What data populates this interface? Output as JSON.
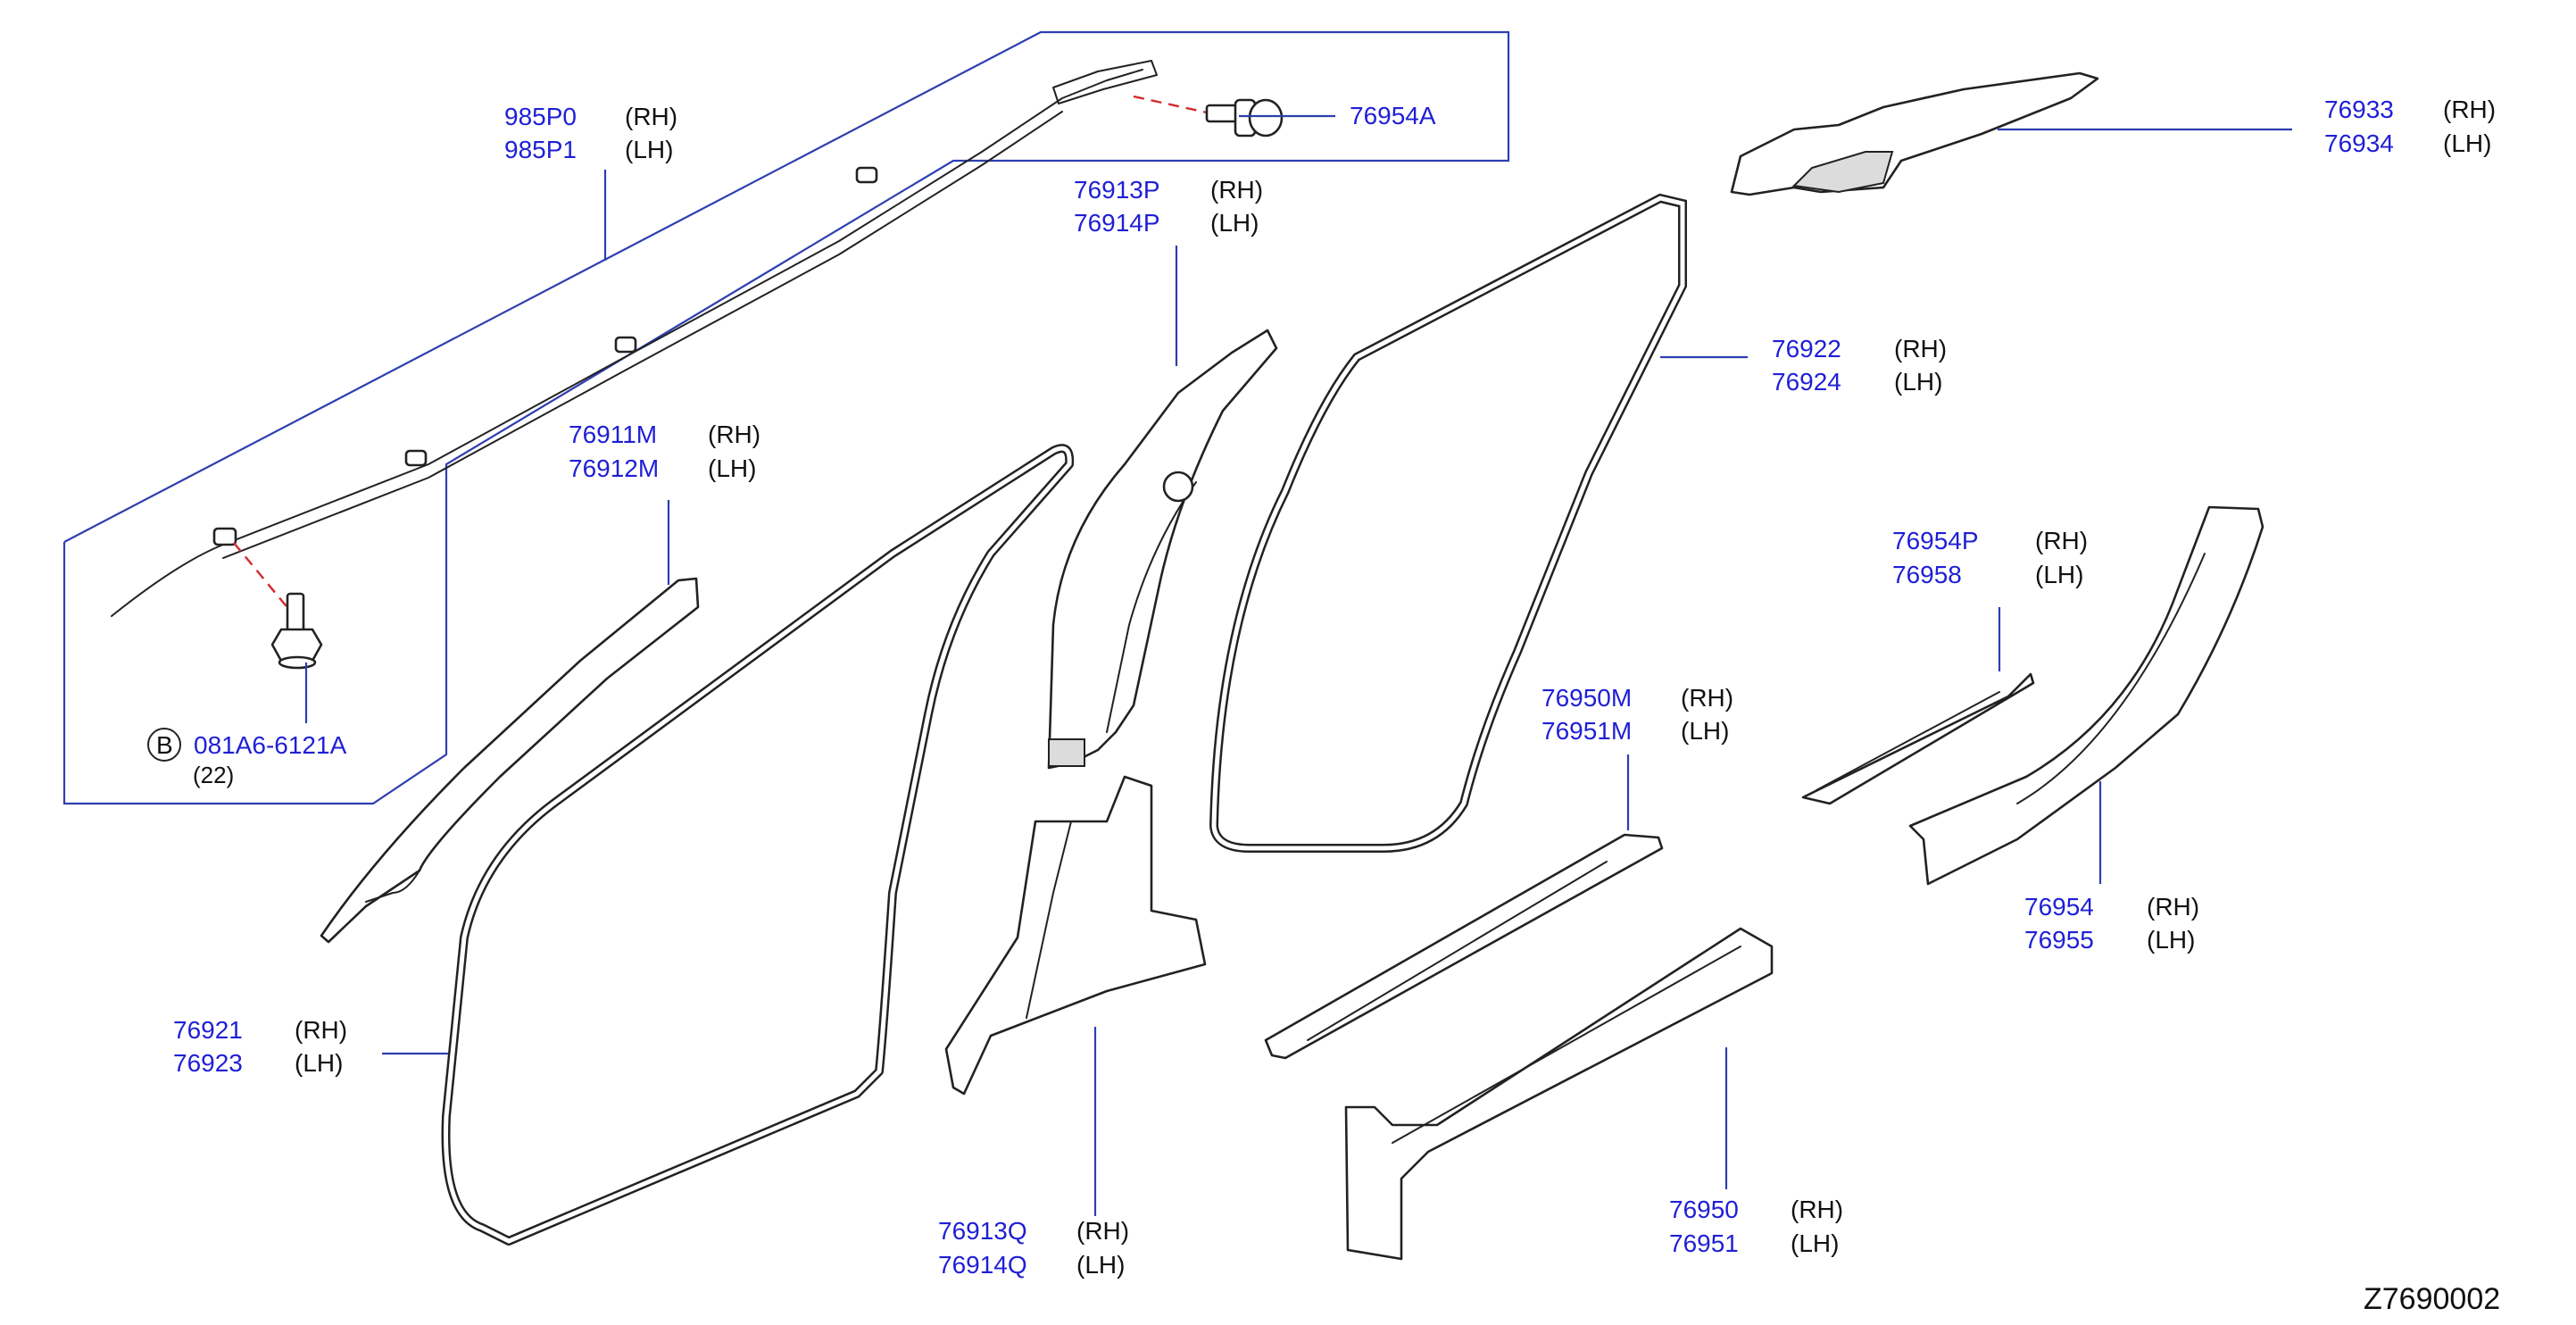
{
  "diagram_code": "Z7690002",
  "callouts": {
    "airbag": {
      "pn1": "985P0",
      "side1": "(RH)",
      "pn2": "985P1",
      "side2": "(LH)"
    },
    "clip": {
      "pn1": "76954A"
    },
    "bolt": {
      "badge": "B",
      "pn1": "081A6-6121A",
      "qty": "(22)"
    },
    "bpillar_upper": {
      "pn1": "76913P",
      "side1": "(RH)",
      "pn2": "76914P",
      "side2": "(LH)"
    },
    "front_pillar": {
      "pn1": "76911M",
      "side1": "(RH)",
      "pn2": "76912M",
      "side2": "(LH)"
    },
    "rear_pillar_upper": {
      "pn1": "76933",
      "side1": "(RH)",
      "pn2": "76934",
      "side2": "(LH)"
    },
    "rear_weatherstrip": {
      "pn1": "76922",
      "side1": "(RH)",
      "pn2": "76924",
      "side2": "(LH)"
    },
    "rear_kick_plate": {
      "pn1": "76954P",
      "side1": "(RH)",
      "pn2": "76958",
      "side2": "(LH)"
    },
    "front_kick_plate": {
      "pn1": "76950M",
      "side1": "(RH)",
      "pn2": "76951M",
      "side2": "(LH)"
    },
    "rear_sill": {
      "pn1": "76954",
      "side1": "(RH)",
      "pn2": "76955",
      "side2": "(LH)"
    },
    "front_weatherstrip": {
      "pn1": "76921",
      "side1": "(RH)",
      "pn2": "76923",
      "side2": "(LH)"
    },
    "bpillar_lower": {
      "pn1": "76913Q",
      "side1": "(RH)",
      "pn2": "76914Q",
      "side2": "(LH)"
    },
    "front_sill": {
      "pn1": "76950",
      "side1": "(RH)",
      "pn2": "76951",
      "side2": "(LH)"
    }
  }
}
